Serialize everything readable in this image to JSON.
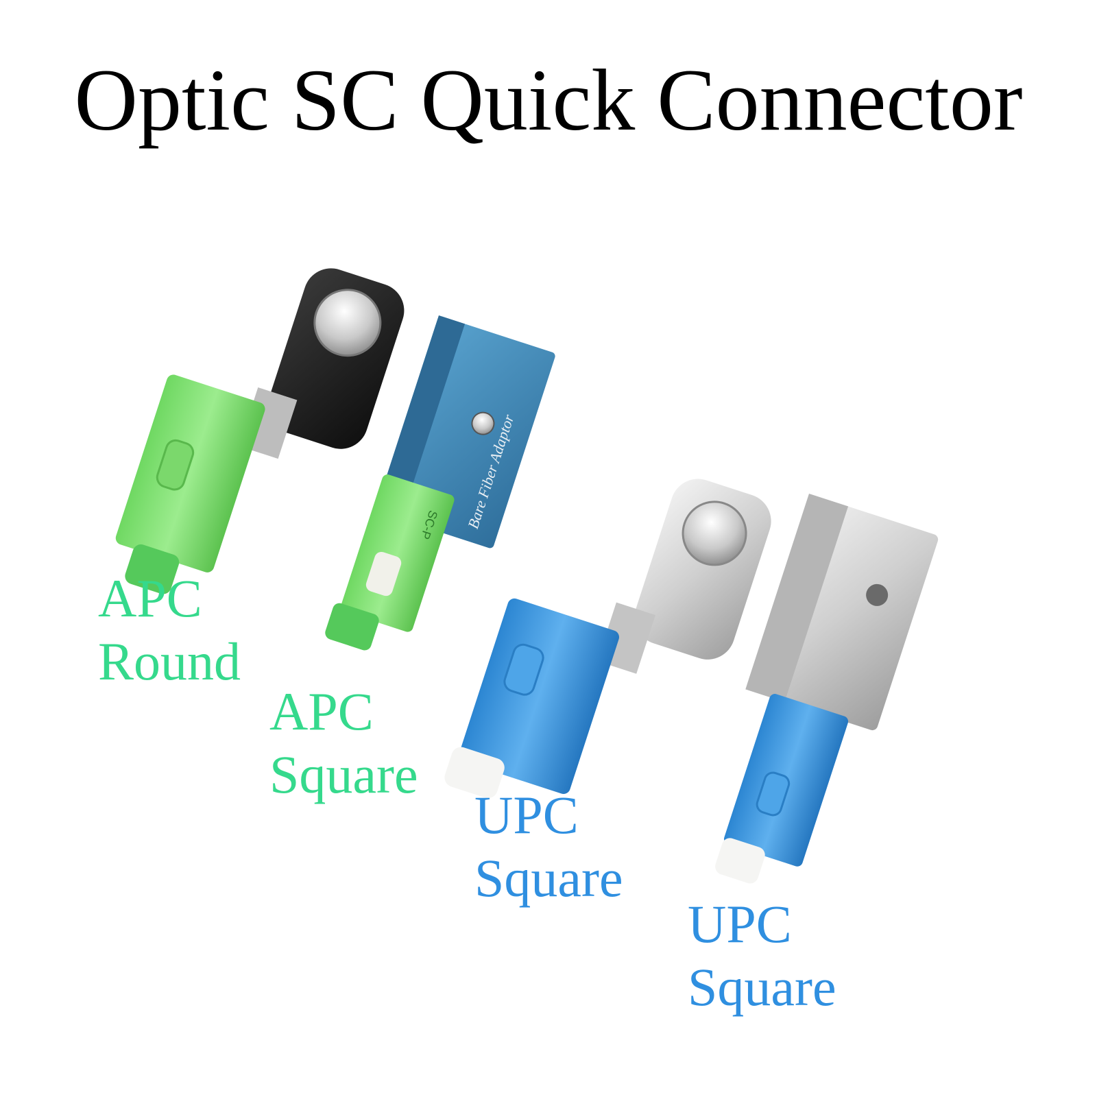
{
  "title": "Optic SC Quick Connector",
  "colors": {
    "apc_label": "#35d98c",
    "upc_label": "#2f8fe0",
    "apc_body": "#86e37a",
    "upc_body": "#3d9be0",
    "adapter_blue": "#3f88b8",
    "adapter_black": "#1c1c1c",
    "adapter_silver": "#d6d6d6"
  },
  "products": [
    {
      "type": "APC",
      "shape": "Round",
      "adapter_icon": "black-round-adapter-icon"
    },
    {
      "type": "APC",
      "shape": "Square",
      "adapter_icon": "blue-square-adapter-icon",
      "adapter_text": "Bare Fiber Adaptor",
      "body_text": "SC-P"
    },
    {
      "type": "UPC",
      "shape": "Square",
      "adapter_icon": "silver-round-adapter-icon"
    },
    {
      "type": "UPC",
      "shape": "Square",
      "adapter_icon": "silver-square-adapter-icon"
    }
  ]
}
